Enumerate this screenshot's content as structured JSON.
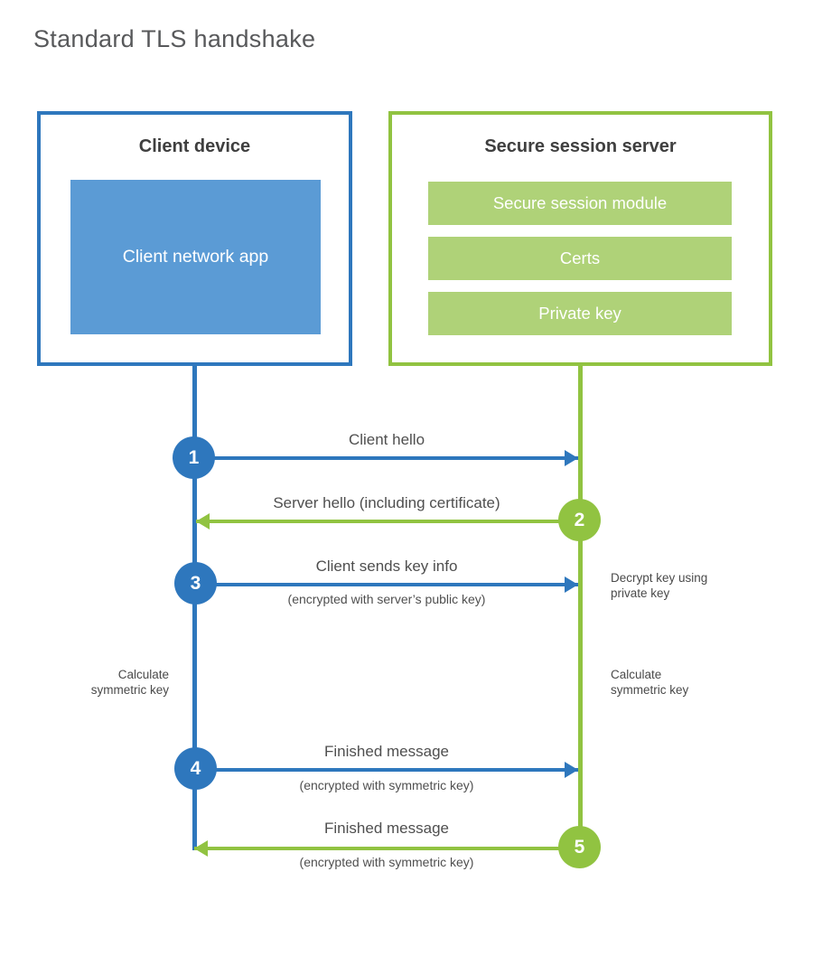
{
  "title": "Standard TLS handshake",
  "colors": {
    "blue": "#2E77BD",
    "blueFill": "#5B9BD5",
    "green": "#91C341",
    "greenFill": "#AFD278"
  },
  "client_box": {
    "title": "Client device",
    "module": "Client network app"
  },
  "server_box": {
    "title": "Secure session server",
    "modules": [
      "Secure session module",
      "Certs",
      "Private key"
    ]
  },
  "messages": [
    {
      "step": "1",
      "label": "Client hello",
      "sublabel": "",
      "from": "client",
      "to": "server"
    },
    {
      "step": "2",
      "label": "Server hello (including certificate)",
      "sublabel": "",
      "from": "server",
      "to": "client"
    },
    {
      "step": "3",
      "label": "Client sends key info",
      "sublabel": "(encrypted with server’s public key)",
      "from": "client",
      "to": "server"
    },
    {
      "step": "4",
      "label": "Finished message",
      "sublabel": "(encrypted with symmetric key)",
      "from": "client",
      "to": "server"
    },
    {
      "step": "5",
      "label": "Finished message",
      "sublabel": "(encrypted with symmetric key)",
      "from": "server",
      "to": "client"
    }
  ],
  "annotations": [
    {
      "text": "Decrypt key using private key",
      "side": "server"
    },
    {
      "text": "Calculate symmetric key",
      "side": "client"
    },
    {
      "text": "Calculate symmetric key",
      "side": "server"
    }
  ]
}
